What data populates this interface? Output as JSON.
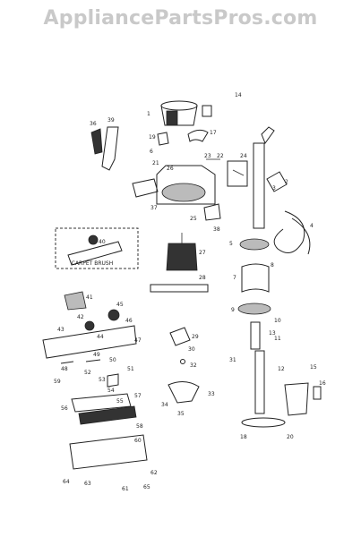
{
  "watermark": "AppliancePartsPros.com",
  "inset_caption": "CARPET BRUSH",
  "part_numbers": [
    "1",
    "2",
    "3",
    "4",
    "5",
    "6",
    "7",
    "8",
    "9",
    "10",
    "11",
    "12",
    "13",
    "14",
    "15",
    "16",
    "17",
    "18",
    "19",
    "20",
    "21",
    "22",
    "23",
    "24",
    "25",
    "26",
    "27",
    "28",
    "29",
    "30",
    "31",
    "32",
    "33",
    "34",
    "35",
    "36",
    "37",
    "38",
    "39",
    "40",
    "41",
    "42",
    "43",
    "44",
    "45",
    "46",
    "47",
    "48",
    "49",
    "50",
    "51",
    "52",
    "53",
    "54",
    "55",
    "56",
    "57",
    "58",
    "59",
    "60",
    "61",
    "62",
    "63",
    "64",
    "65"
  ]
}
